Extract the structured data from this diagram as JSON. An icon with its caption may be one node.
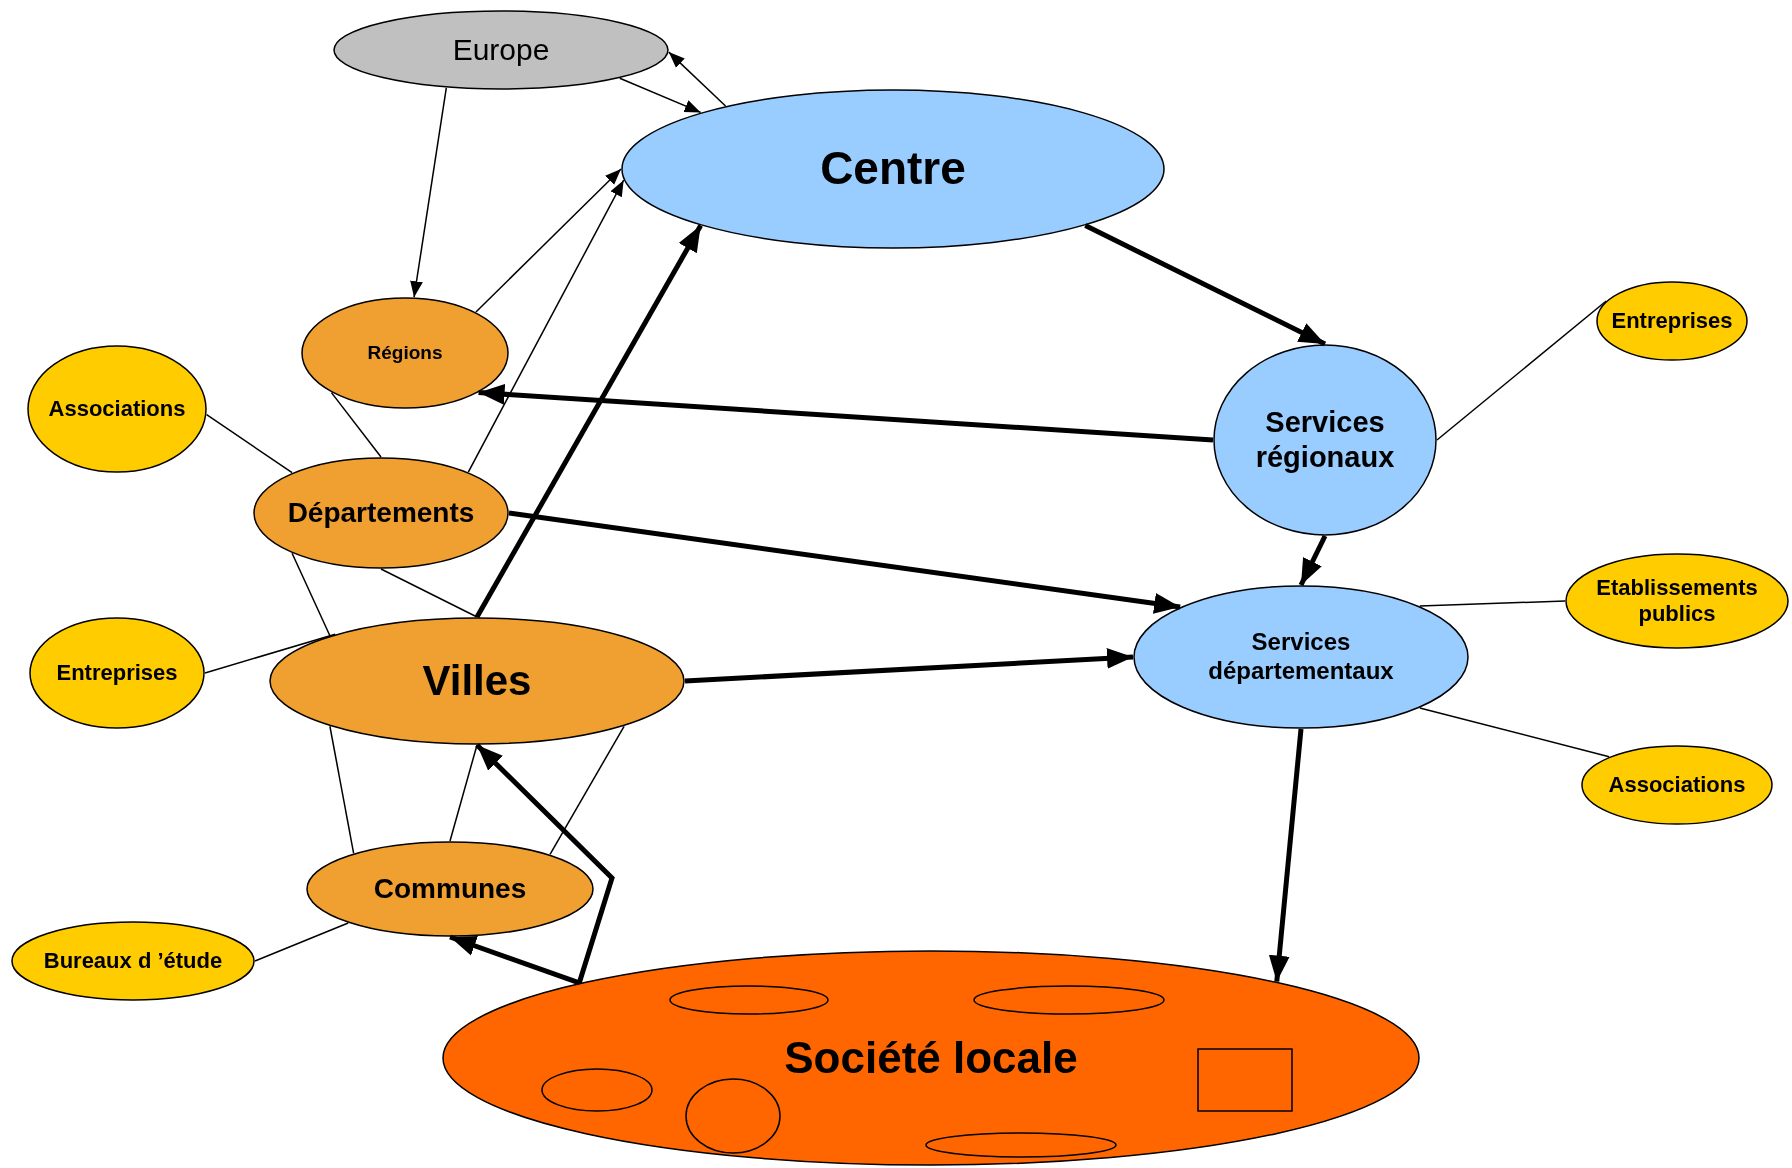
{
  "diagram": {
    "nodes": [
      {
        "text": [
          "Europe"
        ]
      },
      {
        "text": [
          "Centre"
        ]
      },
      {
        "text": [
          "Entreprises"
        ]
      },
      {
        "text": [
          "Régions"
        ]
      },
      {
        "text": [
          "Associations"
        ]
      },
      {
        "text": [
          "Services régionaux"
        ]
      },
      {
        "text": [
          "Départements"
        ]
      },
      {
        "text": [
          "Etablissements publics"
        ]
      },
      {
        "text": [
          "Services départementaux"
        ]
      },
      {
        "text": [
          "Entreprises"
        ]
      },
      {
        "text": [
          "Villes"
        ]
      },
      {
        "text": [
          "Associations"
        ]
      },
      {
        "text": [
          "Communes"
        ]
      },
      {
        "text": [
          "Bureaux d ’étude"
        ]
      },
      {
        "text": [
          "Société locale"
        ]
      },
      {
        "text": [],
        "shape": "ellipse",
        "in": 14
      },
      {
        "text": [],
        "shape": "ellipse",
        "in": 14
      },
      {
        "text": [],
        "shape": "ellipse",
        "in": 14
      },
      {
        "text": [],
        "shape": "circle",
        "in": 14
      },
      {
        "text": [],
        "shape": "ellipse",
        "in": 14
      },
      {
        "text": [],
        "shape": "box",
        "in": 14
      }
    ],
    "edges": [
      {
        "from": 0,
        "to": 3,
        "arrow": "to"
      },
      {
        "from": 0,
        "to": 1,
        "arrow": "to"
      },
      {
        "from": 1,
        "to": 0,
        "arrow": "to"
      },
      {
        "from": 3,
        "to": 1,
        "arrow": "to"
      },
      {
        "from": 6,
        "to": 1,
        "arrow": "to"
      },
      {
        "from": 10,
        "to": 1,
        "arrow": "to",
        "style": "thick"
      },
      {
        "from": 1,
        "to": 5,
        "arrow": "to",
        "style": "thick"
      },
      {
        "from": 5,
        "to": 3,
        "arrow": "to",
        "style": "thick"
      },
      {
        "from": 5,
        "to": 8,
        "arrow": "to",
        "style": "thick"
      },
      {
        "from": 6,
        "to": 8,
        "arrow": "to",
        "style": "thick"
      },
      {
        "from": 10,
        "to": 8,
        "arrow": "to",
        "style": "thick"
      },
      {
        "from": 8,
        "to": 14,
        "arrow": "to",
        "style": "thick"
      },
      {
        "from": 14,
        "to": 10,
        "arrow": "to",
        "style": "thick"
      },
      {
        "from": 14,
        "to": 12,
        "arrow": "to",
        "style": "thick"
      },
      {
        "from": 3,
        "to": 6,
        "arrow": "none"
      },
      {
        "from": 4,
        "to": 6,
        "arrow": "none"
      },
      {
        "from": 6,
        "to": 10,
        "arrow": "none"
      },
      {
        "from": 6,
        "to": 10,
        "arrow": "none"
      },
      {
        "from": 9,
        "to": 10,
        "arrow": "none"
      },
      {
        "from": 10,
        "to": 12,
        "arrow": "none"
      },
      {
        "from": 10,
        "to": 12,
        "arrow": "none"
      },
      {
        "from": 10,
        "to": 12,
        "arrow": "none"
      },
      {
        "from": 13,
        "to": 12,
        "arrow": "none"
      },
      {
        "from": 5,
        "to": 2,
        "arrow": "none"
      },
      {
        "from": 8,
        "to": 7,
        "arrow": "none"
      },
      {
        "from": 8,
        "to": 11,
        "arrow": "none"
      }
    ]
  }
}
